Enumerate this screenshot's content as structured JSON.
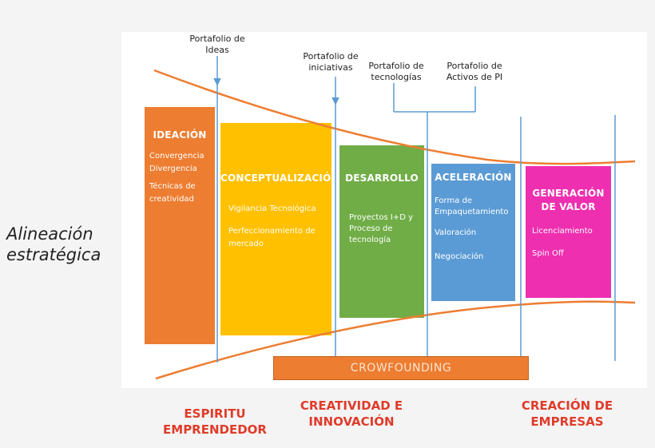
{
  "side_label": "Alineación estratégica",
  "portfolios": [
    {
      "id": "ideas",
      "text": "Portafolio de Ideas"
    },
    {
      "id": "iniciativas",
      "text": "Portafolio de iniciativas"
    },
    {
      "id": "tecnologias",
      "text": "Portafolio de tecnologías"
    },
    {
      "id": "activos",
      "text": "Portafolio de Activos de PI"
    }
  ],
  "stages": [
    {
      "id": "ideacion",
      "title": "IDEACIÓN",
      "color": "#ed7d31",
      "items": [
        "Convergencia Divergencia",
        "Técnicas de creatividad"
      ]
    },
    {
      "id": "conceptualizacion",
      "title": "CONCEPTUALIZACIÓN",
      "color": "#ffc000",
      "items": [
        "Vigilancia Tecnológica",
        "Perfeccionamiento de mercado"
      ]
    },
    {
      "id": "desarrollo",
      "title": "DESARROLLO",
      "color": "#70ad47",
      "items": [
        "Proyectos I+D y Proceso de tecnología"
      ]
    },
    {
      "id": "aceleracion",
      "title": "ACELERACIÓN",
      "color": "#5b9bd5",
      "items": [
        "Forma de Empaquetamiento",
        "Valoración",
        "Negociación"
      ]
    },
    {
      "id": "generacion",
      "title": "GENERACIÓN DE VALOR",
      "color": "#ee2fb0",
      "items": [
        "Licenciamiento",
        "Spin Off"
      ]
    }
  ],
  "crowdfounding": "CROWFOUNDING",
  "bottom_labels": [
    {
      "id": "espiritu",
      "text": "ESPIRITU EMPRENDEDOR"
    },
    {
      "id": "creatividad",
      "text": "CREATIVIDAD E INNOVACIÓN"
    },
    {
      "id": "creacion",
      "text": "CREACIÓN DE EMPRESAS"
    }
  ],
  "colors": {
    "funnel": "#ed7d31",
    "arrow": "#5b9bd5",
    "bottom_text": "#e03b2a"
  }
}
